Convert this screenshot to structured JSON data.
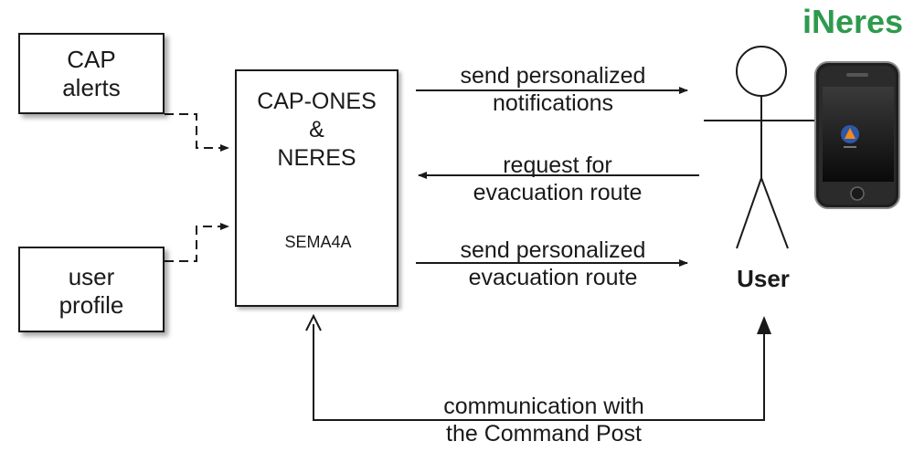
{
  "nodes": {
    "cap_alerts": {
      "label": "CAP\nalerts"
    },
    "user_profile": {
      "label": "user\nprofile"
    },
    "system": {
      "label": "CAP-ONES\n&\nNERES"
    },
    "database": {
      "label": "SEMA4A"
    },
    "user": {
      "label": "User"
    },
    "app_brand": {
      "label": "iNeres"
    }
  },
  "edges": {
    "notifications": {
      "label": "send personalized\nnotifications"
    },
    "request_route": {
      "label": "request for\nevacuation route"
    },
    "send_route": {
      "label": "send personalized\nevacuation route"
    },
    "command_post": {
      "label": "communication with\nthe Command Post"
    }
  },
  "colors": {
    "brand_green": "#2e9a4e",
    "line": "#1a1a1a",
    "phone_body": "#222222"
  },
  "icons": {
    "user": "stick-figure-icon",
    "phone": "smartphone-icon",
    "app": "civil-protection-logo-icon"
  }
}
